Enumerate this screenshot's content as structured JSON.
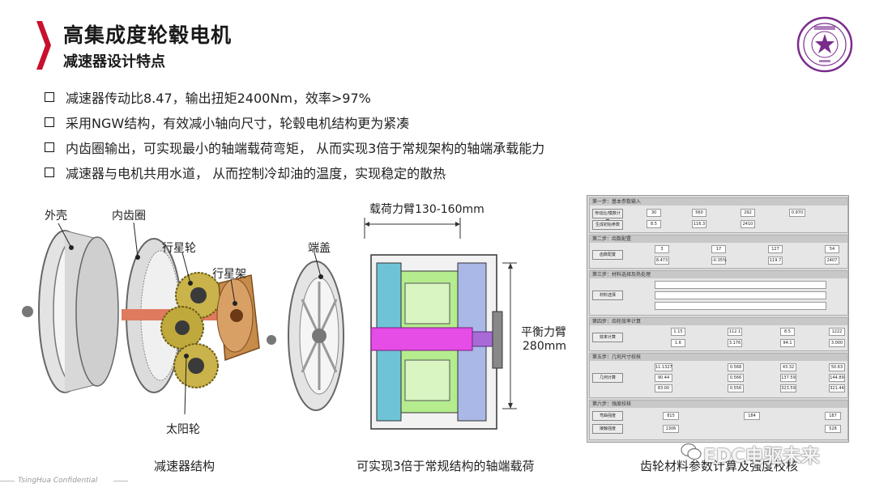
{
  "header": {
    "title": "高集成度轮毂电机",
    "subtitle": "减速器设计特点",
    "accent_color": "#c8102e"
  },
  "logo": {
    "icon": "university-seal-icon",
    "color": "#7a2c8c"
  },
  "bullets": [
    "减速器传动比8.47，输出扭矩2400Nm，效率>97%",
    "采用NGW结构，有效减小轴向尺寸，轮毂电机结构更为紧凑",
    "内齿圈输出，可实现最小的轴端载荷弯矩， 从而实现3倍于常规架构的轴端承载能力",
    "减速器与电机共用水道， 从而控制冷却油的温度，实现稳定的散热"
  ],
  "figure1": {
    "labels": {
      "shell": "外壳",
      "ring_gear": "内齿圈",
      "planet_gear": "行星轮",
      "carrier": "行星架",
      "end_cover": "端盖",
      "sun_gear": "太阳轮"
    },
    "caption": "减速器结构"
  },
  "figure2": {
    "load_arm": "载荷力臂130-160mm",
    "balance_arm_line1": "平衡力臂",
    "balance_arm_line2": "280mm",
    "caption": "可实现3倍于常规结构的轴端载荷"
  },
  "figure3": {
    "caption": "齿轮材料参数计算及强度校核",
    "sections": [
      "第一步：基本参数输入",
      "第二步：齿数配置",
      "第三步：材料选择及热处理",
      "第四步：齿轮效率计算",
      "第五步：几何尺寸校核",
      "第六步：强度校核"
    ],
    "buttons": [
      "传动比/模数计算",
      "生成初始参数",
      "齿数配置",
      "材料选择",
      "效率计算",
      "几何计算",
      "弯曲强度",
      "接触强度"
    ],
    "values": [
      "30",
      "560",
      "292",
      "0.970",
      "8.5",
      "116.3",
      "2410",
      "3",
      "17",
      "127",
      "54",
      "8.473",
      "-0.35%",
      "119.7",
      "2407",
      "1.15",
      "112.1",
      "8.5",
      "1222",
      "1.6",
      "3.176",
      "94.1",
      "3.000",
      "11.1327",
      "0.568",
      "43.32",
      "50.63",
      "90.44",
      "0.566",
      "137.59",
      "144.89",
      "83.00",
      "0.556",
      "323.59",
      "321.44",
      "815",
      "184",
      "187",
      "1306",
      "528"
    ]
  },
  "footer": {
    "text": "TsingHua Confidential"
  },
  "watermark": {
    "text": "EDC电驱未来",
    "icon": "wechat-icon"
  }
}
